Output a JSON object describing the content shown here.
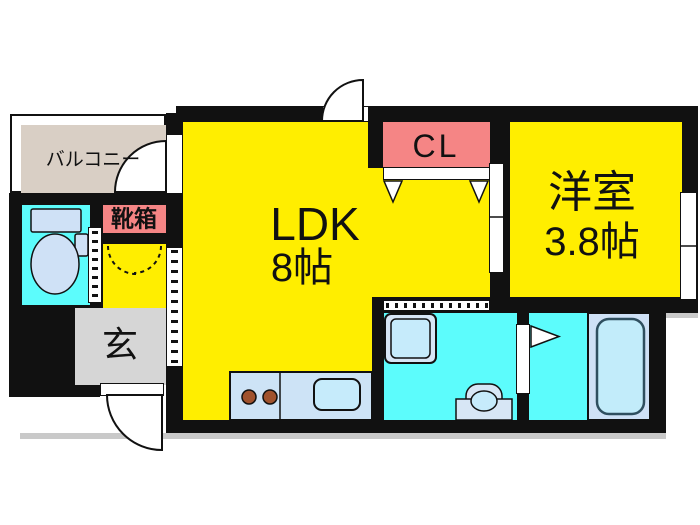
{
  "floor_plan": {
    "labels": {
      "balcony": "バルコニー",
      "shoe_box": "靴箱",
      "closet": "CL",
      "ldk_name": "LDK",
      "ldk_size": "8帖",
      "western_room_name": "洋室",
      "western_room_size": "3.8帖",
      "entrance": "玄"
    },
    "colors": {
      "room_yellow": "#ffee00",
      "label_red": "#f58585",
      "wet_area_cyan": "#5cfcfc",
      "balcony_beige": "#d9cfc5",
      "entrance_gray": "#d6d6d6",
      "fixture_blue": "#cfe1f6",
      "fixture_inner_blue": "#c2ecfa",
      "wall_black": "#111111",
      "burner_brown": "#a0522d",
      "shadow_gray": "#c9c9c9"
    },
    "fixtures": [
      "toilet",
      "shoe-cabinet",
      "closet-folding-door",
      "kitchen-counter",
      "stove-burners",
      "kitchen-sink",
      "washing-machine-pan",
      "wash-basin",
      "bathtub",
      "entrance-door",
      "balcony-door",
      "room-sliding-door",
      "window",
      "accordion-door",
      "bathroom-door"
    ]
  }
}
